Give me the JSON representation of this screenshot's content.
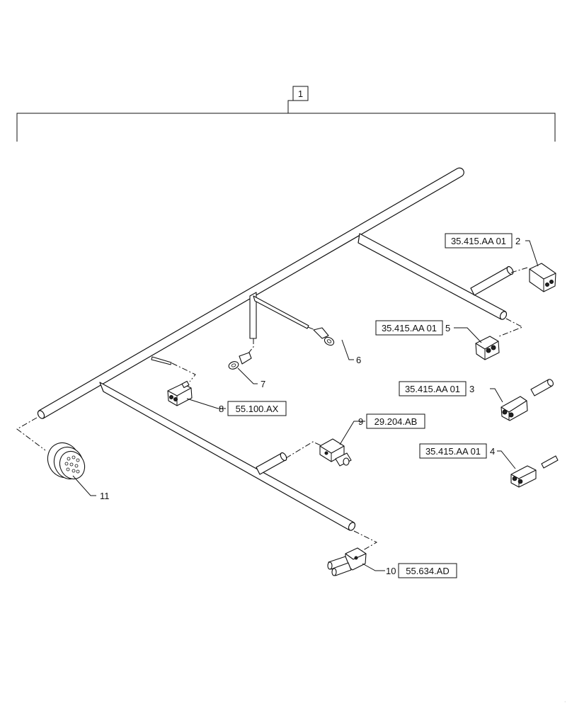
{
  "assembly": {
    "item": "1"
  },
  "callouts": [
    {
      "id": "c2",
      "number": "2",
      "ref": "35.415.AA 01"
    },
    {
      "id": "c3",
      "number": "3",
      "ref": "35.415.AA 01"
    },
    {
      "id": "c4",
      "number": "4",
      "ref": "35.415.AA 01"
    },
    {
      "id": "c5",
      "number": "5",
      "ref": "35.415.AA 01"
    },
    {
      "id": "c6",
      "number": "6",
      "ref": ""
    },
    {
      "id": "c7",
      "number": "7",
      "ref": ""
    },
    {
      "id": "c8",
      "number": "8",
      "ref": "55.100.AX"
    },
    {
      "id": "c9",
      "number": "9",
      "ref": "29.204.AB"
    },
    {
      "id": "c10",
      "number": "10",
      "ref": "55.634.AD"
    },
    {
      "id": "c11",
      "number": "11",
      "ref": ""
    }
  ]
}
